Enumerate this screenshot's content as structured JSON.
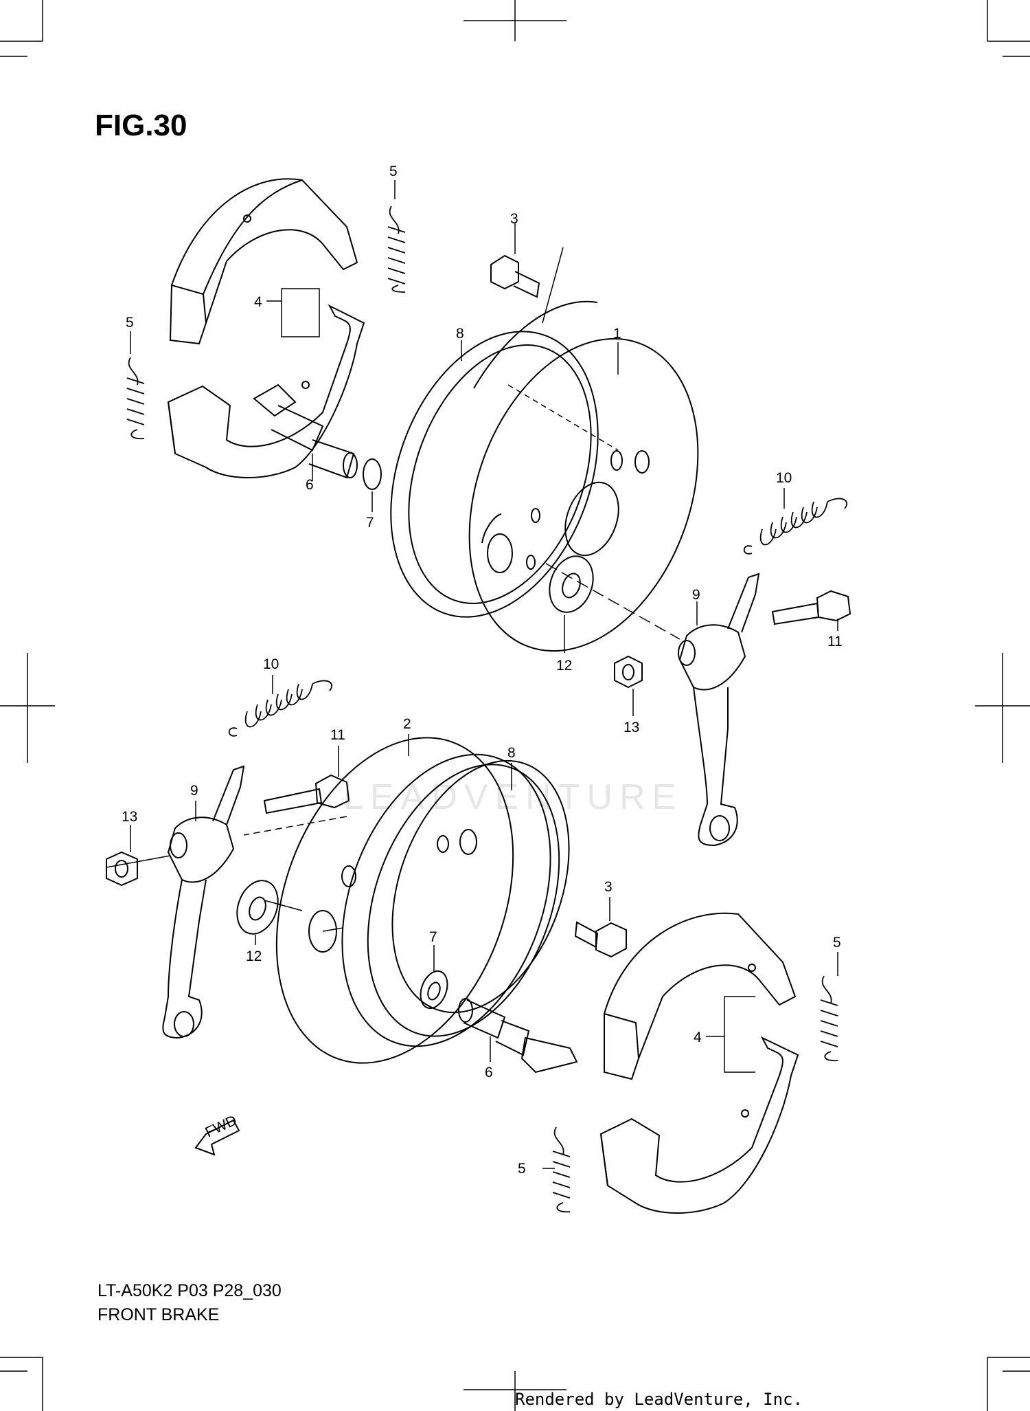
{
  "figure_number": "FIG.30",
  "model_code": "LT-A50K2 P03 P28_030",
  "diagram_title": "FRONT BRAKE",
  "footer": "Rendered by LeadVenture, Inc.",
  "watermark": "LEADVENTURE",
  "callouts": {
    "upper": {
      "c1": "1",
      "c3": "3",
      "c4": "4",
      "c5a": "5",
      "c5b": "5",
      "c6": "6",
      "c7": "7",
      "c8": "8",
      "c9": "9",
      "c10": "10",
      "c11": "11",
      "c12": "12",
      "c13": "13"
    },
    "lower": {
      "c2": "2",
      "c3": "3",
      "c4": "4",
      "c5a": "5",
      "c5b": "5",
      "c6": "6",
      "c7": "7",
      "c8": "8",
      "c9": "9",
      "c10": "10",
      "c11": "11",
      "c12": "12",
      "c13": "13"
    }
  },
  "fwd_label": "FWD",
  "colors": {
    "line": "#000000",
    "background": "#ffffff",
    "watermark": "#e6e6e6"
  }
}
